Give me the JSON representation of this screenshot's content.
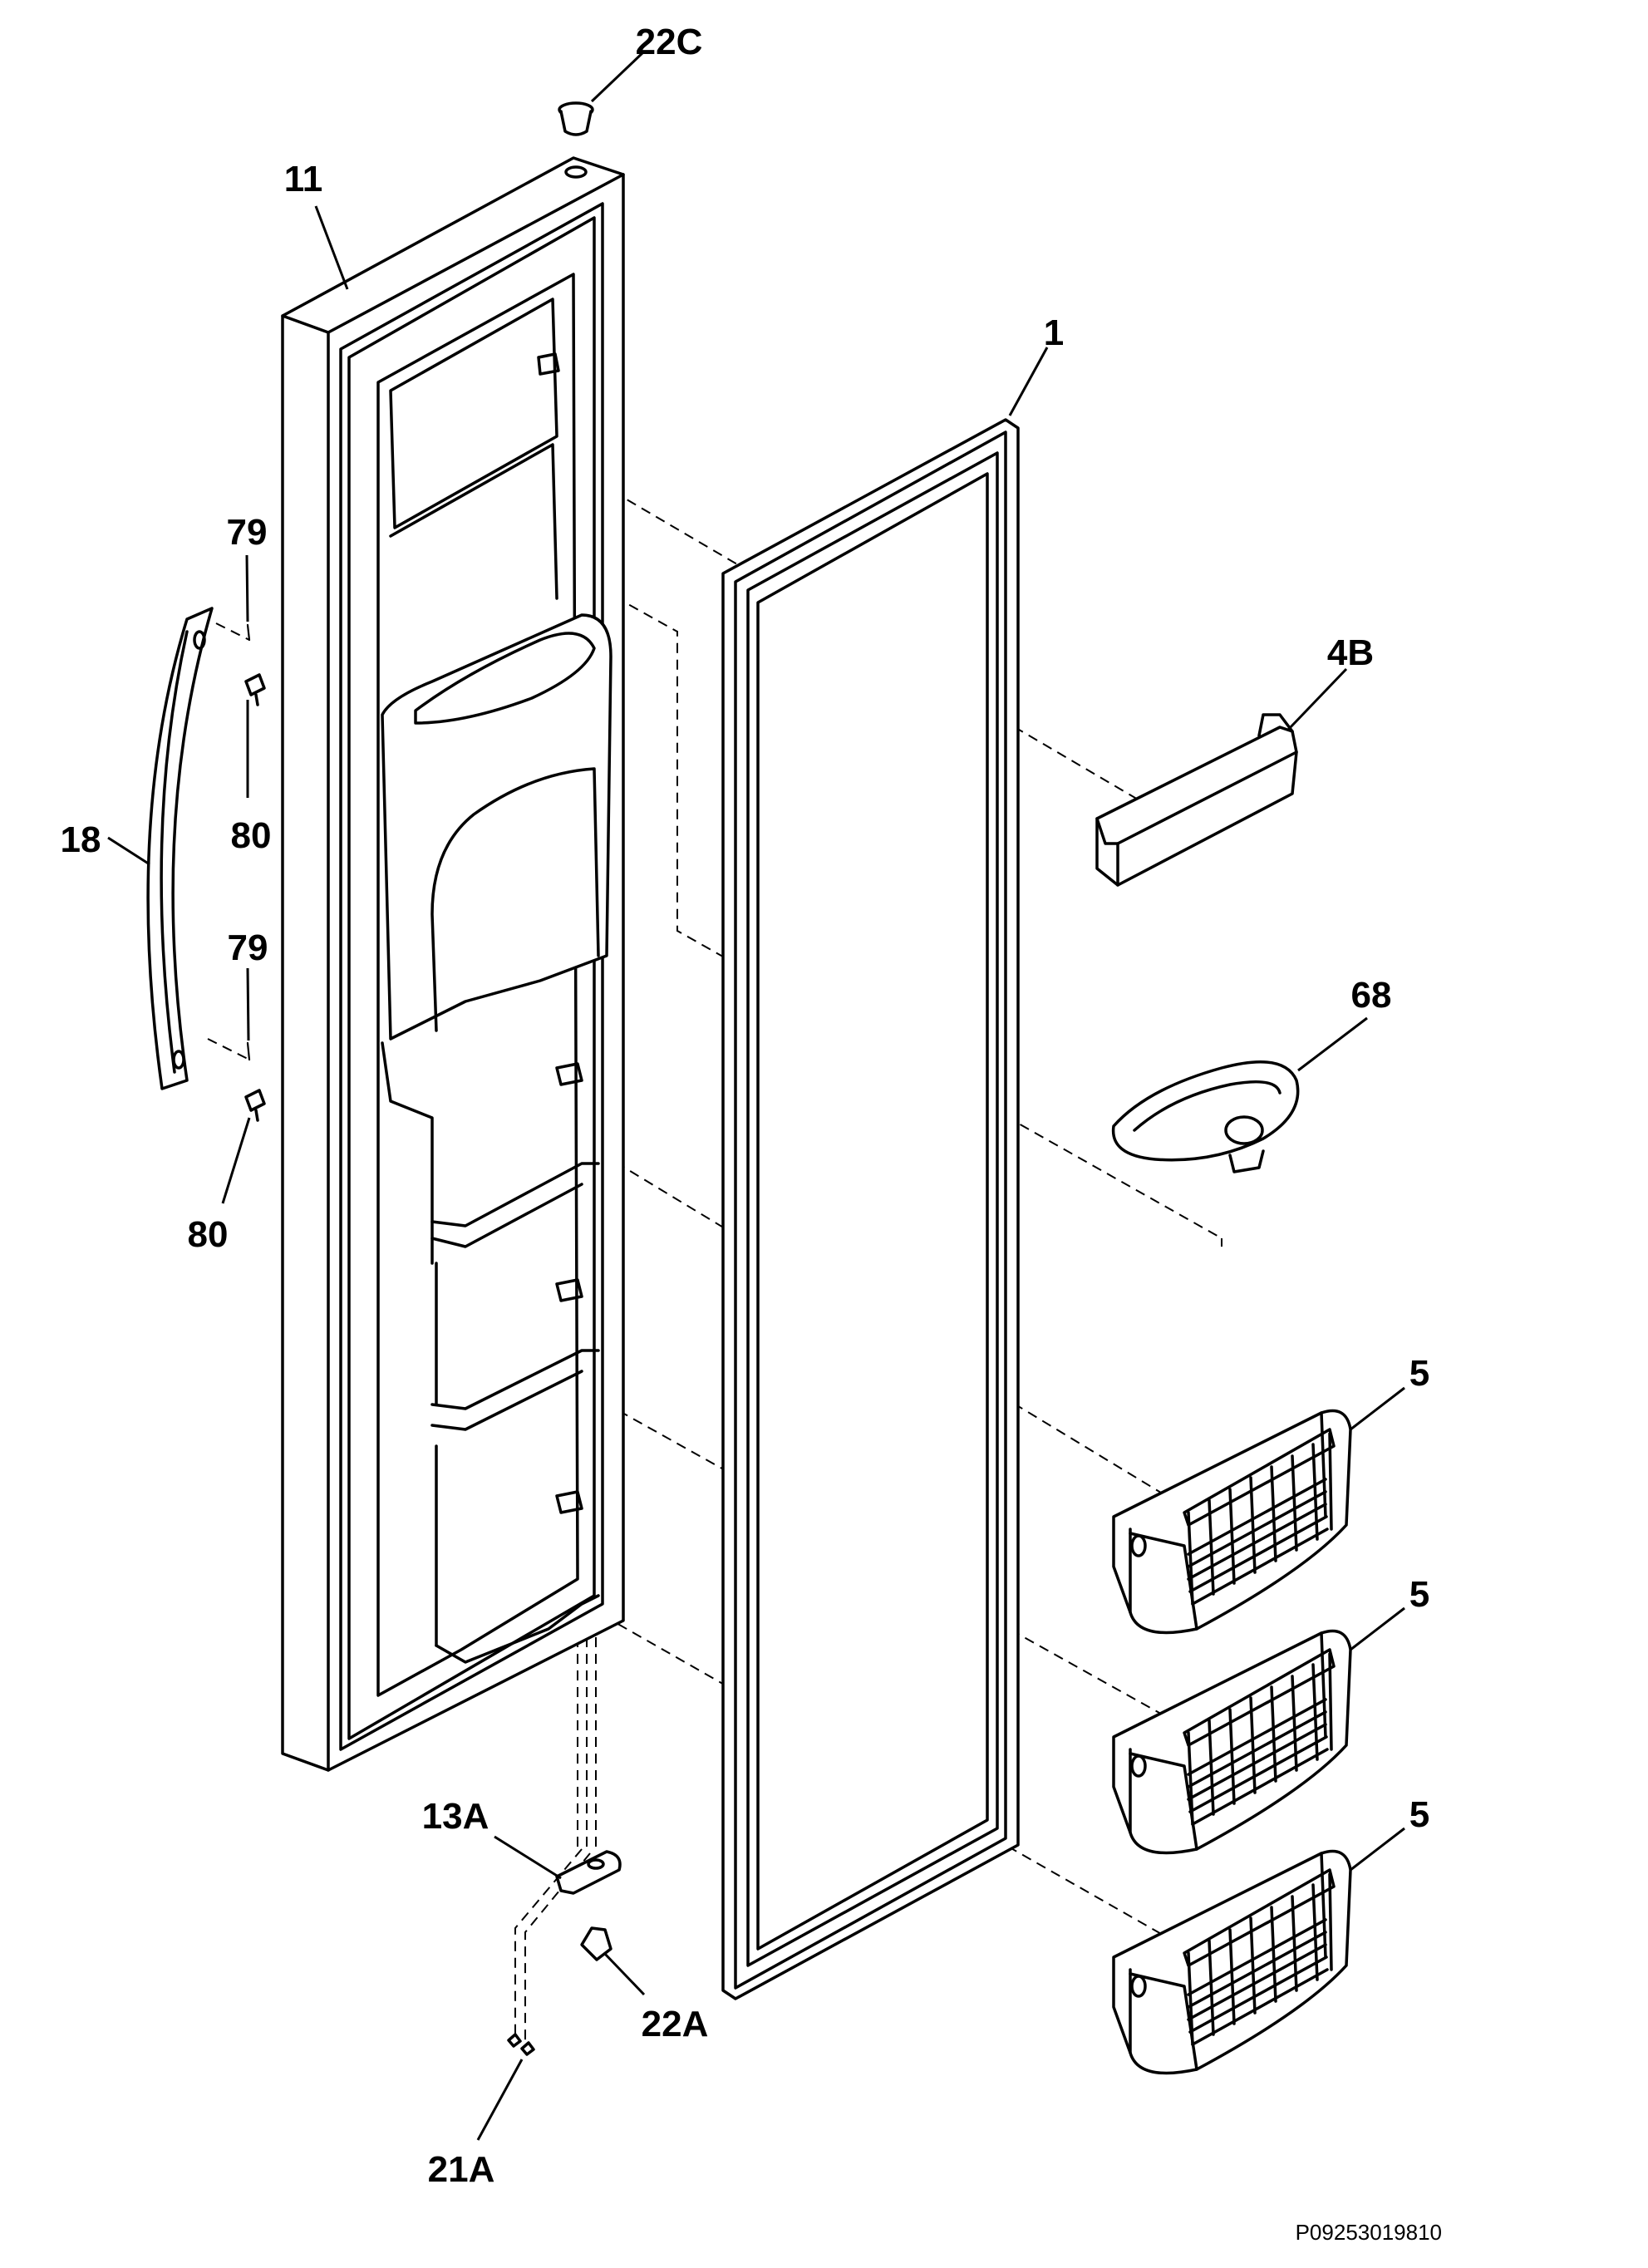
{
  "diagram": {
    "document_id": "P09253019810",
    "callouts": {
      "c_22C": "22C",
      "c_11": "11",
      "c_1": "1",
      "c_79_top": "79",
      "c_80_top": "80",
      "c_18": "18",
      "c_79_bottom": "79",
      "c_80_bottom": "80",
      "c_4B": "4B",
      "c_68": "68",
      "c_5_a": "5",
      "c_5_b": "5",
      "c_5_c": "5",
      "c_13A": "13A",
      "c_22A": "22A",
      "c_21A": "21A"
    }
  }
}
